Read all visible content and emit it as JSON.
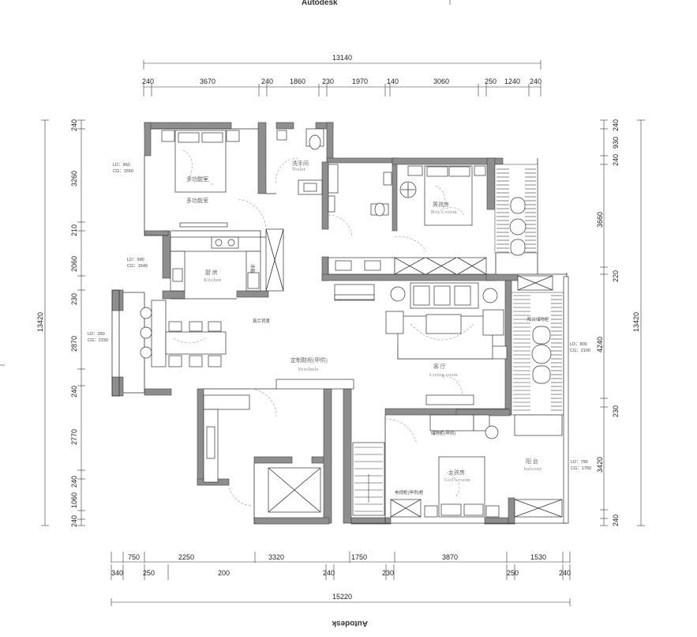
{
  "watermark_top": "Autodesk",
  "watermark_bottom": "Autodesk",
  "dims": {
    "top_total": "13140",
    "top_segments": [
      "240",
      "3670",
      "240",
      "1860",
      "230",
      "1970",
      "140",
      "3060",
      "250",
      "1240",
      "240"
    ],
    "bottom_total": "15220",
    "bottom_row1": [
      "750",
      "2250",
      "3320",
      "1750",
      "3870",
      "1530"
    ],
    "bottom_row2": [
      "340",
      "250",
      "200",
      "240",
      "230",
      "250",
      "240"
    ],
    "left_total": "13420",
    "left_segments": [
      "240",
      "3260",
      "210",
      "2060",
      "230",
      "2870",
      "240",
      "2770",
      "240",
      "1060",
      "240"
    ],
    "right_total": "13420",
    "right_segments": [
      "240",
      "930",
      "240",
      "3660",
      "220",
      "4240",
      "230",
      "3420",
      "240"
    ]
  },
  "rooms": {
    "multi_room": "多功能室",
    "multi_room_2": "多功能室",
    "toilet_cn": "洗手间",
    "toilet_en": "Toilet",
    "boys_cn": "男孩房",
    "boys_en": "Boy's room",
    "kitchen_cn": "厨 房",
    "kitchen_en": "Kitchen",
    "vestibule_cn": "定制鞋柜(甲供)",
    "vestibule_en": "Vestibule",
    "living_cn": "客 厅",
    "living_en": "Living room",
    "girls_cn": "女孩房",
    "girls_en": "Girl's room",
    "balcony_cn": "阳 台",
    "balcony_en": "balcony",
    "fridge": "冰箱",
    "dining_note": "真兰背景",
    "balcony_note": "阳台储物柜",
    "ld_1": "LD：960",
    "cg_1": "CG：1550",
    "ld_2": "LD：990",
    "cg_2": "CG：1540",
    "ld_3": "LD：390",
    "cg_3": "CG：2150",
    "ld_4": "LD：800",
    "cg_4": "CG：2100",
    "ld_5": "LD：790",
    "cg_5": "CG：1750",
    "cabinet_note": "储物柜(甲供)",
    "tv_note": "电视柜(甲供)柜"
  }
}
